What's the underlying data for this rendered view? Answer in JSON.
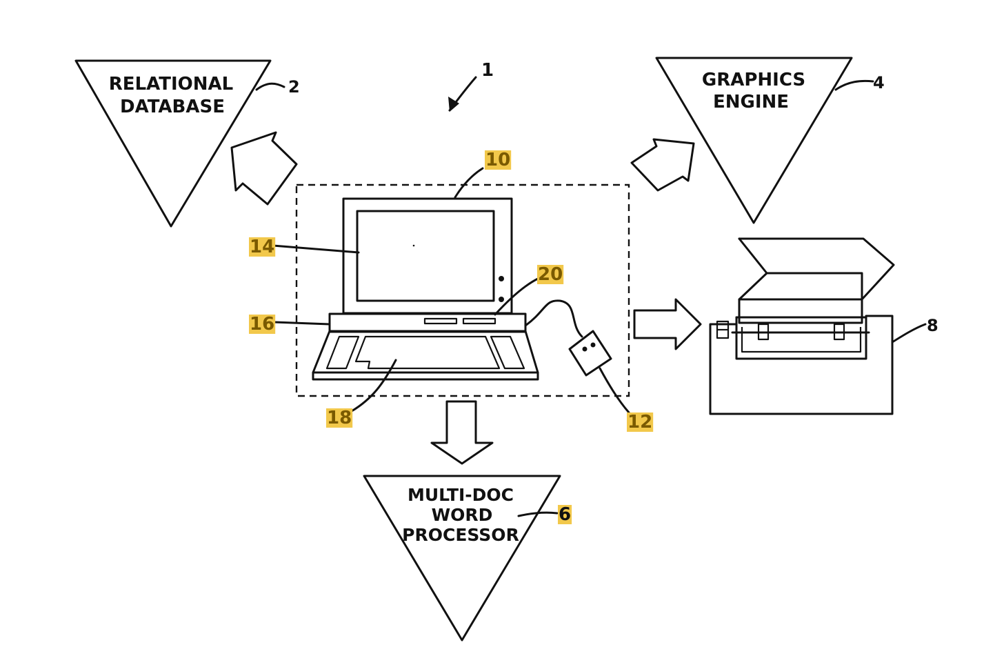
{
  "colors": {
    "ink": "#111111",
    "highlight": "#f2c84b",
    "highlight_text": "#7a5a00",
    "background": "#ffffff"
  },
  "modules": {
    "database": {
      "line1": "RELATIONAL",
      "line2": "DATABASE",
      "ref": "2"
    },
    "graphics": {
      "line1": "GRAPHICS",
      "line2": "ENGINE",
      "ref": "4"
    },
    "word_processor": {
      "line1": "MULTI-DOC",
      "line2": "WORD",
      "line3": "PROCESSOR",
      "ref": "6"
    }
  },
  "refs": {
    "system": "1",
    "workstation": "10",
    "mouse": "12",
    "display": "14",
    "base": "16",
    "keyboard": "18",
    "drives": "20",
    "printer": "8"
  },
  "highlighted_refs": [
    "10",
    "12",
    "14",
    "16",
    "18",
    "20",
    "6"
  ]
}
